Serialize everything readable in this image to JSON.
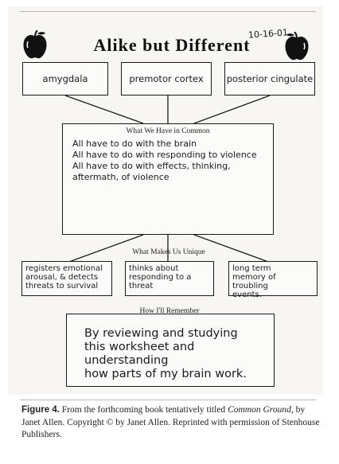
{
  "worksheet": {
    "title": "Alike but Different",
    "date": "10-16-01",
    "terms": [
      "amygdala",
      "premotor cortex",
      "posterior cingulate"
    ],
    "common_header": "What We Have in Common",
    "common_lines": [
      "All have to do with the brain",
      "All have to do with responding to violence",
      "All have to do with effects, thinking,",
      "aftermath, of violence"
    ],
    "unique_header": "What Makes Us Unique",
    "unique": [
      [
        "registers emotional",
        "arousal, & detects",
        "threats to survival"
      ],
      [
        "thinks about",
        "responding to a",
        "threat"
      ],
      [
        "long term",
        "memory of troubling",
        "events."
      ]
    ],
    "remember_header": "How I'll Remember",
    "remember_lines": [
      "By reviewing and studying",
      "this worksheet and understanding",
      "how parts of my brain work."
    ]
  },
  "caption": {
    "figure_label": "Figure 4.",
    "text_before": " From the forthcoming book tentatively titled ",
    "book_title": "Common Ground",
    "text_after": ", by Janet Allen. Copyright © by Janet Allen. Reprinted with permission of Stenhouse Publishers."
  }
}
